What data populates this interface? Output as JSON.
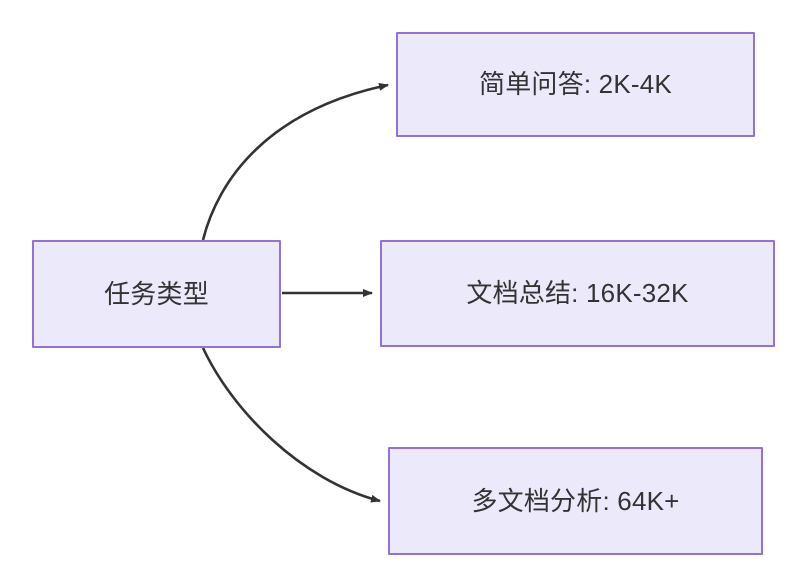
{
  "diagram": {
    "type": "flowchart",
    "direction": "left-to-right",
    "background_color": "#FFFFFF",
    "node_fill_color": "#ECE9FB",
    "node_border_color": "#9370DB",
    "node_text_color": "#333333",
    "edge_color": "#333333",
    "nodes": [
      {
        "id": "root",
        "label": "任务类型"
      },
      {
        "id": "simple_qa",
        "label": "简单问答: 2K-4K"
      },
      {
        "id": "doc_sum",
        "label": "文档总结: 16K-32K"
      },
      {
        "id": "multi_doc",
        "label": "多文档分析: 64K+"
      }
    ],
    "edges": [
      {
        "from": "root",
        "to": "simple_qa",
        "label": "",
        "style": "curved-arrow"
      },
      {
        "from": "root",
        "to": "doc_sum",
        "label": "",
        "style": "straight-arrow"
      },
      {
        "from": "root",
        "to": "multi_doc",
        "label": "",
        "style": "curved-arrow"
      }
    ]
  }
}
